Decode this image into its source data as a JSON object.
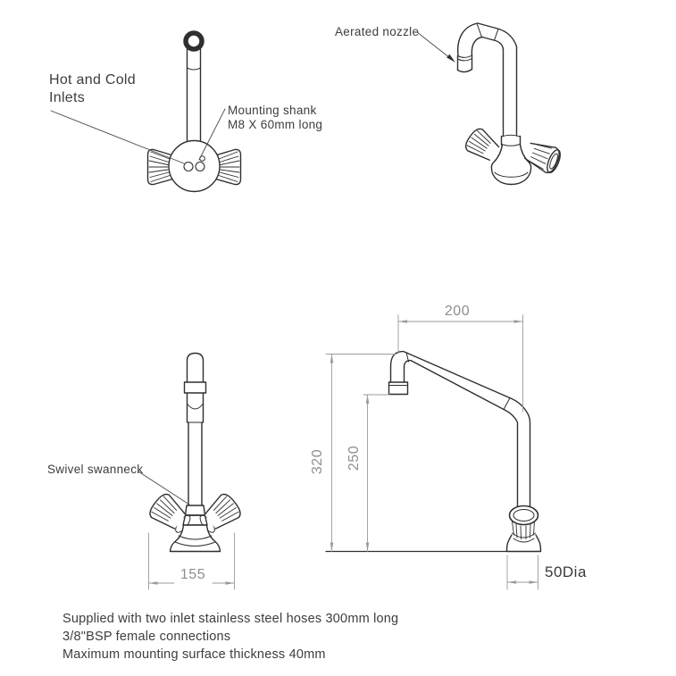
{
  "views": {
    "bottom_view": {
      "hot_cold_label_line1": "Hot and Cold",
      "hot_cold_label_line2": "Inlets",
      "mounting_label_line1": "Mounting shank",
      "mounting_label_line2": "M8 X 60mm long"
    },
    "iso_view": {
      "aerated_label": "Aerated nozzle"
    },
    "front_view": {
      "swivel_label": "Swivel swanneck",
      "width_dim": "155"
    },
    "side_view": {
      "reach_dim": "200",
      "height_dim": "320",
      "outlet_height_dim": "250",
      "base_dim": "50Dia"
    }
  },
  "notes": {
    "line1": "Supplied with two inlet stainless steel hoses 300mm long",
    "line2": "3/8\"BSP female connections",
    "line3": "Maximum mounting surface thickness 40mm"
  },
  "colors": {
    "outline": "#2f2f2f",
    "dimension": "#9b9b9b",
    "label_text": "#3d3d3d",
    "dim_text": "#8f8f8f"
  }
}
